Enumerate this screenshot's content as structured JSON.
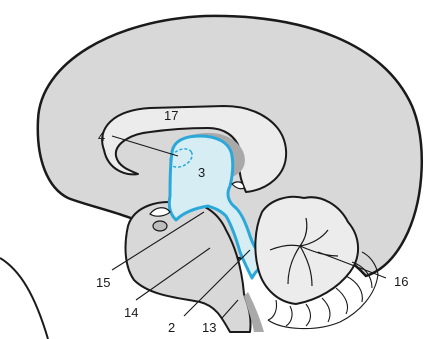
{
  "diagram": {
    "colors": {
      "brain_fill": "#d8d8d8",
      "cerebellum_fill": "#ececec",
      "dark_fill": "#a9a9a9",
      "ventricle_fill": "#d6eef3",
      "ventricle_stroke": "#2aa8da",
      "outline": "#1a1a1a"
    },
    "labels": {
      "l17": "17",
      "l4": "4",
      "l3": "3",
      "l15": "15",
      "l14": "14",
      "l2": "2",
      "l13": "13",
      "l16": "16"
    }
  }
}
